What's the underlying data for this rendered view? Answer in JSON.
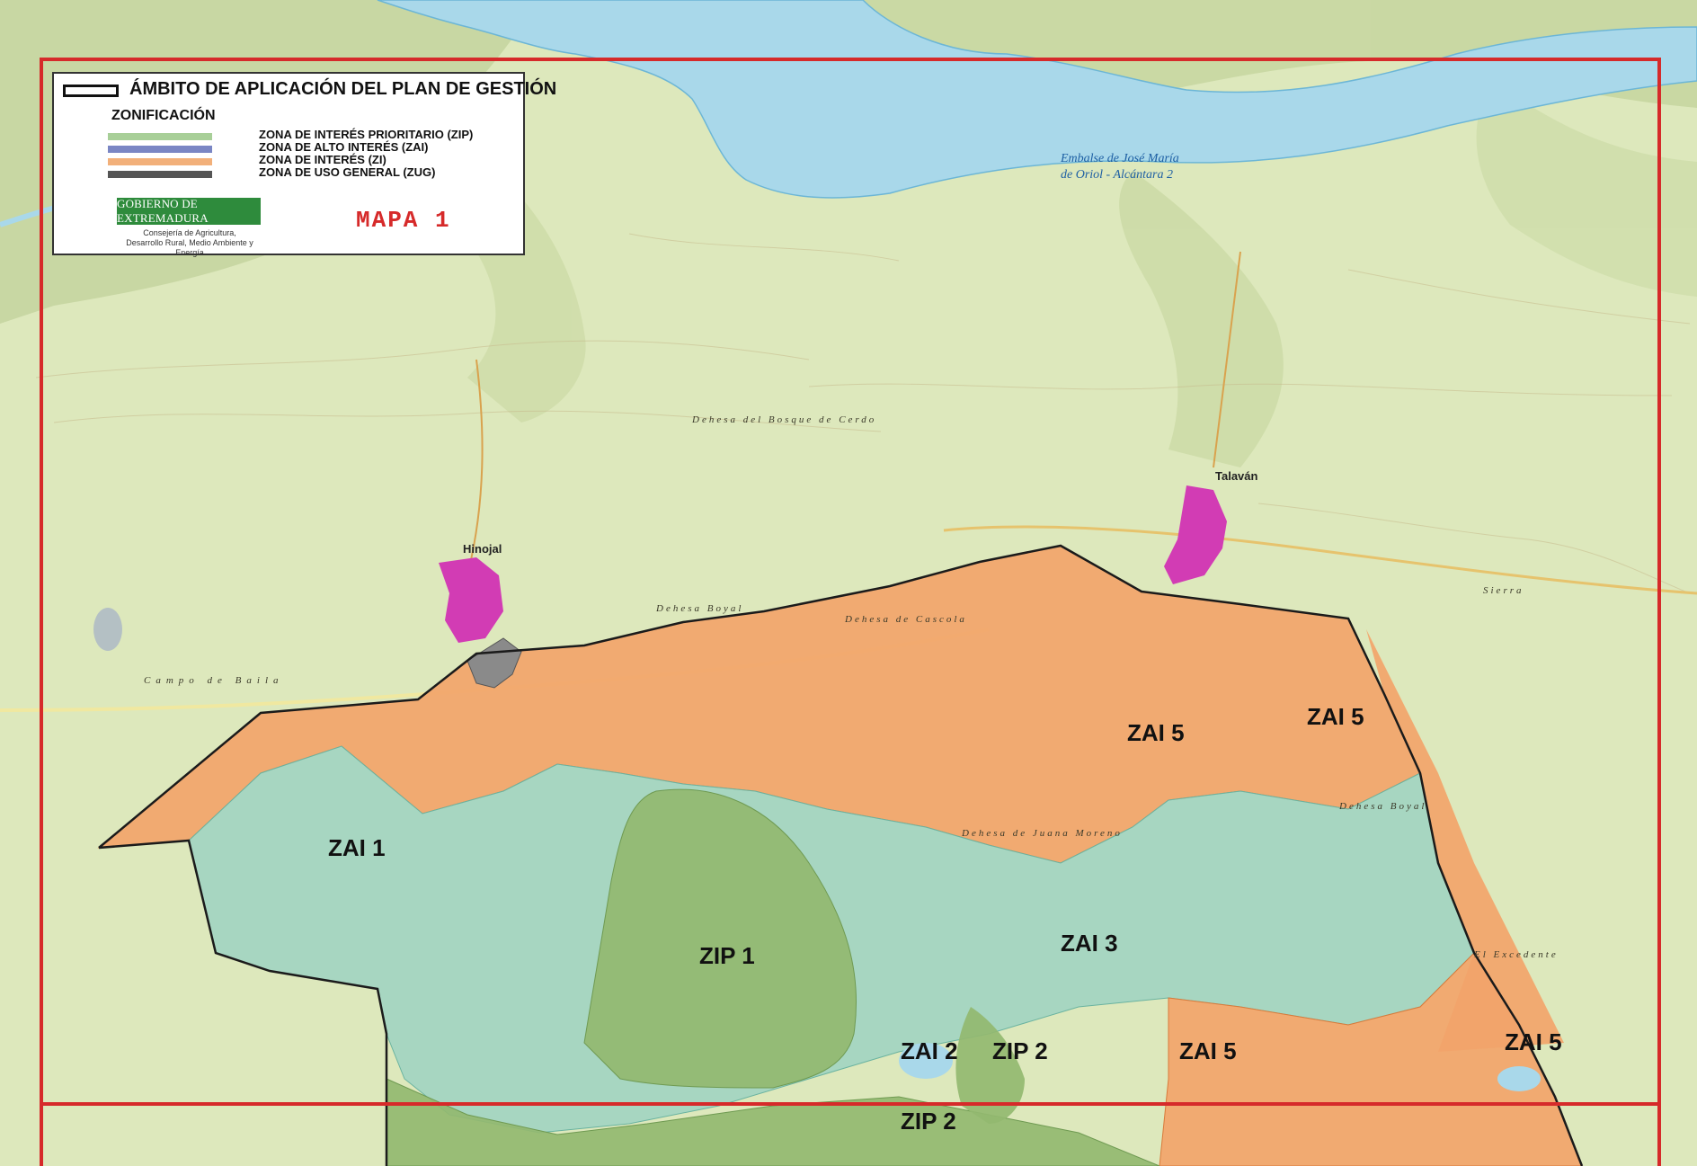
{
  "legend": {
    "title": "ÁMBITO DE APLICACIÓN DEL PLAN DE GESTIÓN",
    "zonificacion": "ZONIFICACIÓN",
    "items": [
      {
        "label": "ZONA DE INTERÉS PRIORITARIO (ZIP)",
        "color": "#a8cf98"
      },
      {
        "label": "ZONA DE ALTO INTERÉS (ZAI)",
        "color": "#7a86c4"
      },
      {
        "label": "ZONA DE INTERÉS (ZI)",
        "color": "#f2b07a"
      },
      {
        "label": "ZONA DE USO GENERAL (ZUG)",
        "color": "#555555"
      }
    ],
    "gov_name": "GOBIERNO DE EXTREMADURA",
    "gov_line1": "Consejería de Agricultura,",
    "gov_line2": "Desarrollo Rural, Medio Ambiente y Energía",
    "map_title": "MAPA 1"
  },
  "zones": {
    "zai1": "ZAI 1",
    "zip1": "ZIP 1",
    "zai3": "ZAI 3",
    "zai2": "ZAI 2",
    "zip2a": "ZIP 2",
    "zip2b": "ZIP 2",
    "zai5a": "ZAI 5",
    "zai5b": "ZAI 5",
    "zai5c": "ZAI 5",
    "zai5d": "ZAI 5"
  },
  "places": {
    "talavan": "Talaván",
    "hinojal": "Hinojal",
    "embalse1": "Embalse de José María",
    "embalse2": "de Oriol - Alcántara 2",
    "dehesa_boyal": "Dehesa Boyal",
    "dehesa_cascola": "Dehesa de Cascola",
    "campo_baila": "Campo de Baila",
    "dehesa_juan_moreno": "Dehesa de Juana Moreno",
    "dehesa_boyal2": "Dehesa Boyal",
    "dehesa_bosque": "Dehesa del Bosque de Cerdo",
    "el_excedente": "El Excedente",
    "sierra": "Sierra"
  },
  "colors": {
    "terrain": "#dfe9c0",
    "water": "#a9d8ea",
    "zi": "#f2a46a",
    "zai": "#9fd3c2",
    "zip": "#92b870",
    "zug": "#8a8a8a",
    "frame": "#d62a2a",
    "urban": "#d23cb4"
  }
}
